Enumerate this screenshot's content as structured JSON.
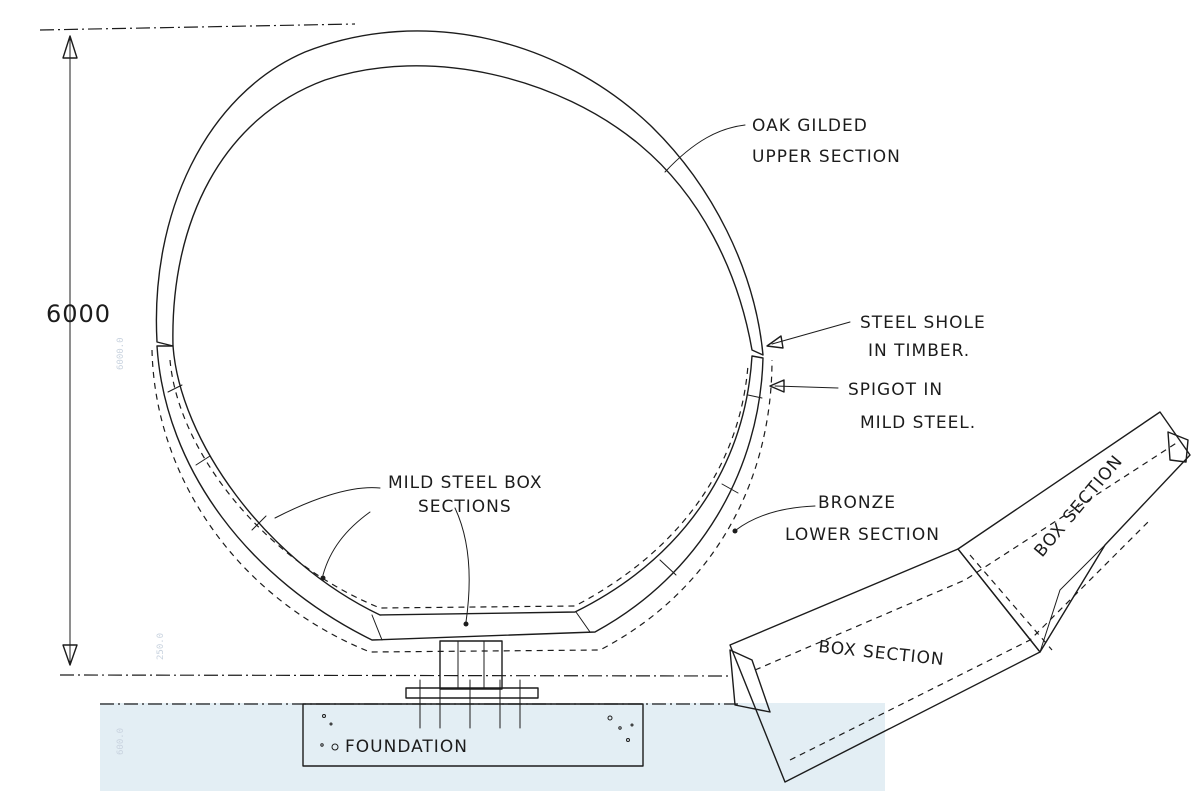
{
  "colors": {
    "oak": "#d2a77c",
    "steel": "#cddcf0",
    "steel_dark": "#7d93c4",
    "ground": "#e3eef4",
    "foundation": "#ffffff",
    "ink": "#1c1c1c",
    "faint_text": "#c9d3df"
  },
  "labels": {
    "height": "6000",
    "oak_line1": "OAK GILDED",
    "oak_line2": "UPPER SECTION",
    "shoe_line1": "STEEL SHOLE",
    "shoe_line2": "IN TIMBER.",
    "spigot_line1": "SPIGOT IN",
    "spigot_line2": "MILD STEEL.",
    "bronze_line1": "BRONZE",
    "bronze_line2": "LOWER SECTION",
    "box_line1": "MILD STEEL BOX",
    "box_line2": "SECTIONS",
    "foundation": "FOUNDATION",
    "box_section_upper": "BOX SECTION",
    "box_section_lower": "BOX SECTION"
  },
  "faint_labels": {
    "dim_6000": "6000.0",
    "dim_250": "250.0",
    "dim_600": "600.0"
  }
}
